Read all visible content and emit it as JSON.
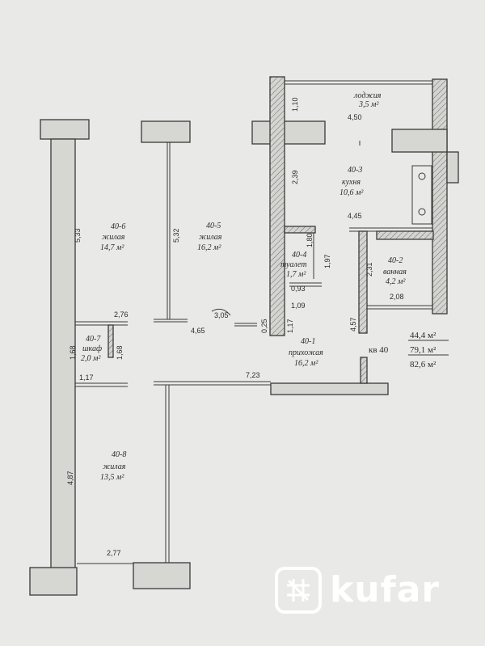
{
  "rooms": {
    "loggia": {
      "id": "",
      "name": "лоджия",
      "area": "3,5 м²"
    },
    "kitchen": {
      "id": "40-3",
      "name": "кухня",
      "area": "10,6 м²"
    },
    "living6": {
      "id": "40-6",
      "name": "жилая",
      "area": "14,7 м²"
    },
    "living5": {
      "id": "40-5",
      "name": "жилая",
      "area": "16,2 м²"
    },
    "toilet": {
      "id": "40-4",
      "name": "туалет",
      "area": "1,7 м²"
    },
    "bath": {
      "id": "40-2",
      "name": "ванная",
      "area": "4,2 м²"
    },
    "closet": {
      "id": "40-7",
      "name": "шкаф",
      "area": "2,0 м²"
    },
    "hall": {
      "id": "40-1",
      "name": "прихожая",
      "area": "16,2 м²"
    },
    "living8": {
      "id": "40-8",
      "name": "жилая",
      "area": "13,5 м²"
    }
  },
  "dimensions": {
    "d_110": "1,10",
    "d_450": "4,50",
    "d_239": "2,39",
    "d_445": "4,45",
    "d_533": "5,33",
    "d_532": "5,32",
    "d_180": "1,80",
    "d_197": "1,97",
    "d_231": "2,31",
    "d_093": "0,93",
    "d_109": "1,09",
    "d_208": "2,08",
    "d_276": "2,76",
    "d_305": "3,05",
    "d_465": "4,65",
    "d_025": "0,25",
    "d_117a": "1,17",
    "d_457": "4,57",
    "d_168a": "1,68",
    "d_168b": "1,68",
    "d_117b": "1,17",
    "d_723": "7,23",
    "d_487": "4,87",
    "d_277": "2,77"
  },
  "apartment": {
    "label": "кв 40",
    "area_living": "44,4 м²",
    "area_total": "79,1 м²",
    "area_all": "82,6 м²"
  },
  "watermark": {
    "text": "kufar"
  },
  "colors": {
    "paper": "#e9e9e7",
    "ink": "#3a3a3a",
    "watermark": "#ffffff"
  }
}
